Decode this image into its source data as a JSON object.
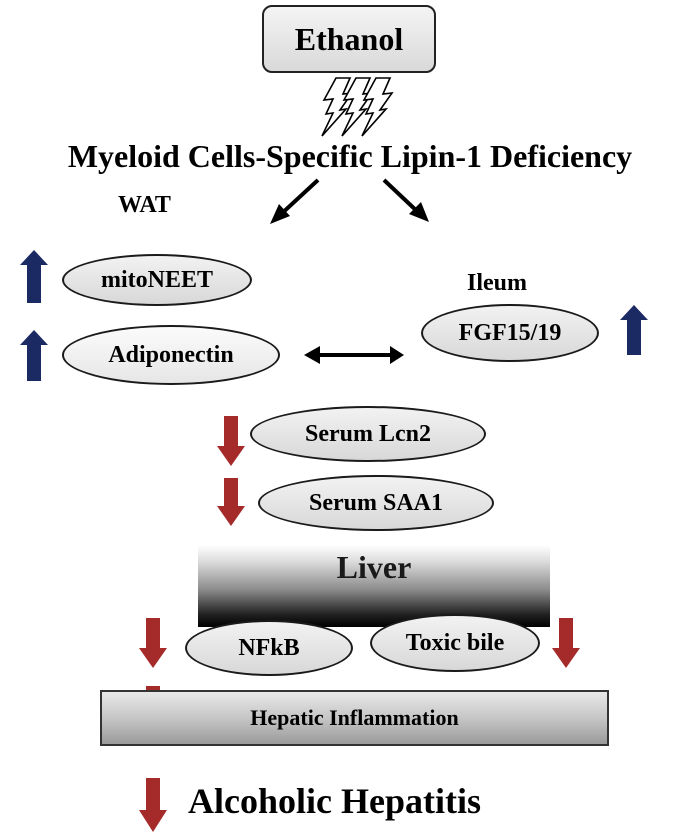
{
  "top": {
    "ethanol": "Ethanol"
  },
  "title": "Myeloid Cells-Specific Lipin-1 Deficiency",
  "wat": {
    "label": "WAT",
    "mitoneet": "mitoNEET",
    "adiponectin": "Adiponectin"
  },
  "ileum": {
    "label": "Ileum",
    "fgf": "FGF15/19"
  },
  "serum": {
    "lcn2": "Serum Lcn2",
    "saa1": "Serum SAA1"
  },
  "liver": {
    "label": "Liver",
    "nfkb": "NFkB",
    "toxic_bile": "Toxic bile"
  },
  "outcome": {
    "inflammation": "Hepatic Inflammation",
    "hepatitis": "Alcoholic Hepatitis"
  },
  "colors": {
    "up_arrow": "#1c2a63",
    "down_arrow": "#a52a2a"
  }
}
